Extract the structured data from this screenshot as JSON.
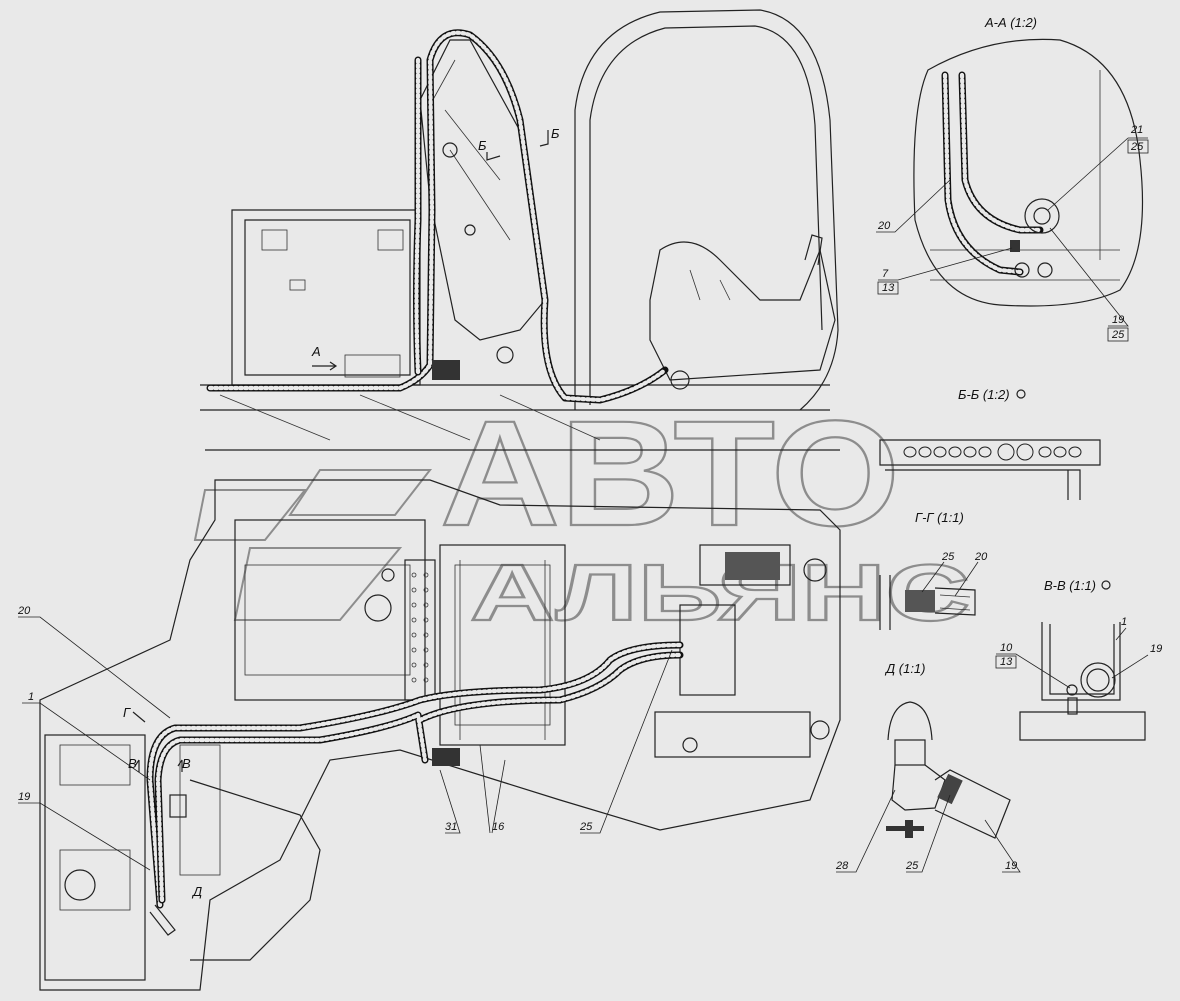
{
  "watermark": {
    "top": "АВТО",
    "bottom": "АЛЬЯНС"
  },
  "views": {
    "section_aa": "А-А (1:2)",
    "section_bb": "Б-Б (1:2)",
    "section_gg": "Г-Г (1:1)",
    "section_vv": "В-В (1:1)",
    "detail_d": "Д (1:1)"
  },
  "view_markers": {
    "a": "А",
    "b_left": "Б",
    "b_right": "Б",
    "v_left": "В",
    "v_right": "В",
    "g": "Г",
    "d": "Д"
  },
  "callouts": {
    "main_20": "20",
    "main_1": "1",
    "main_19": "19",
    "main_31": "31",
    "main_16": "16",
    "main_25": "25",
    "aa_21": "21",
    "aa_25a": "25",
    "aa_20": "20",
    "aa_7": "7",
    "aa_13": "13",
    "aa_19": "19",
    "aa_25b": "25",
    "gg_25": "25",
    "gg_20": "20",
    "vv_1": "1",
    "vv_10": "10",
    "vv_13": "13",
    "vv_19": "19",
    "d_28": "28",
    "d_25": "25",
    "d_19": "19"
  }
}
